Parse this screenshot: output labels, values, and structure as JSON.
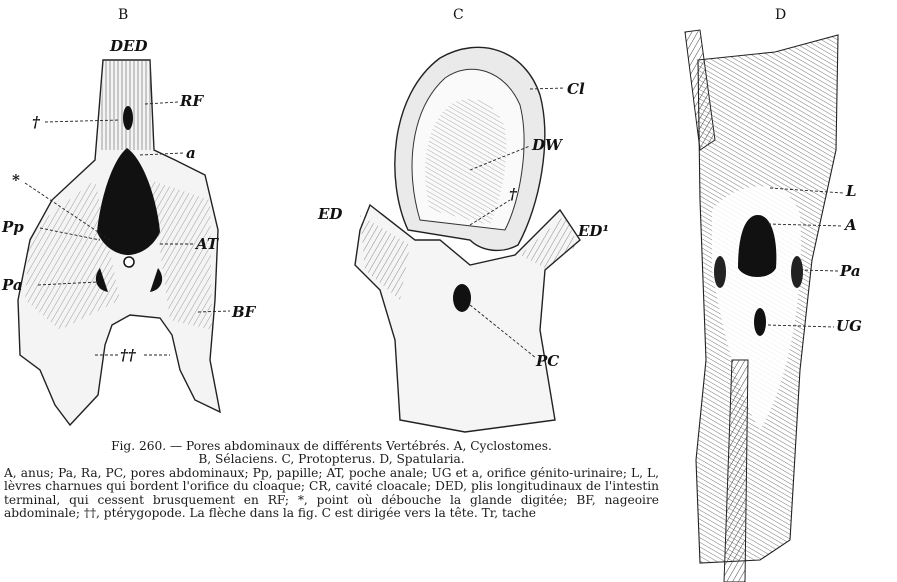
{
  "panels": {
    "B": {
      "letter": "B",
      "labels": [
        "DED",
        "RF",
        "a",
        "AT",
        "Pp",
        "Pa",
        "BF"
      ],
      "symbols": [
        "†",
        "*",
        "††"
      ]
    },
    "C": {
      "letter": "C",
      "labels": [
        "Cl",
        "DW",
        "ED",
        "ED¹",
        "PC"
      ],
      "symbols": [
        "†"
      ]
    },
    "D": {
      "letter": "D",
      "labels": [
        "L",
        "A",
        "Pa",
        "UG"
      ]
    }
  },
  "caption": {
    "title_line1": "Fig. 260. — Pores abdominaux de différents Vertébrés. A, Cyclostomes.",
    "title_line2": "B, Sélaciens. C, Protopterus. D, Spatularia.",
    "legend": "A, anus; Pa, Ra, PC, pores abdominaux; Pp, papille; AT, poche anale; UG et a, orifice génito-urinaire; L, L, lèvres charnues qui bordent l'orifice du cloaque; CR, cavité cloacale; DED, plis longitudinaux de l'intestin terminal, qui cessent brusquement en RF; *, point où débouche la glande digitée; BF, nageoire abdominale; ††, ptérygopode. La flèche dans la fig. C est dirigée vers la tête. Tr, tache"
  }
}
